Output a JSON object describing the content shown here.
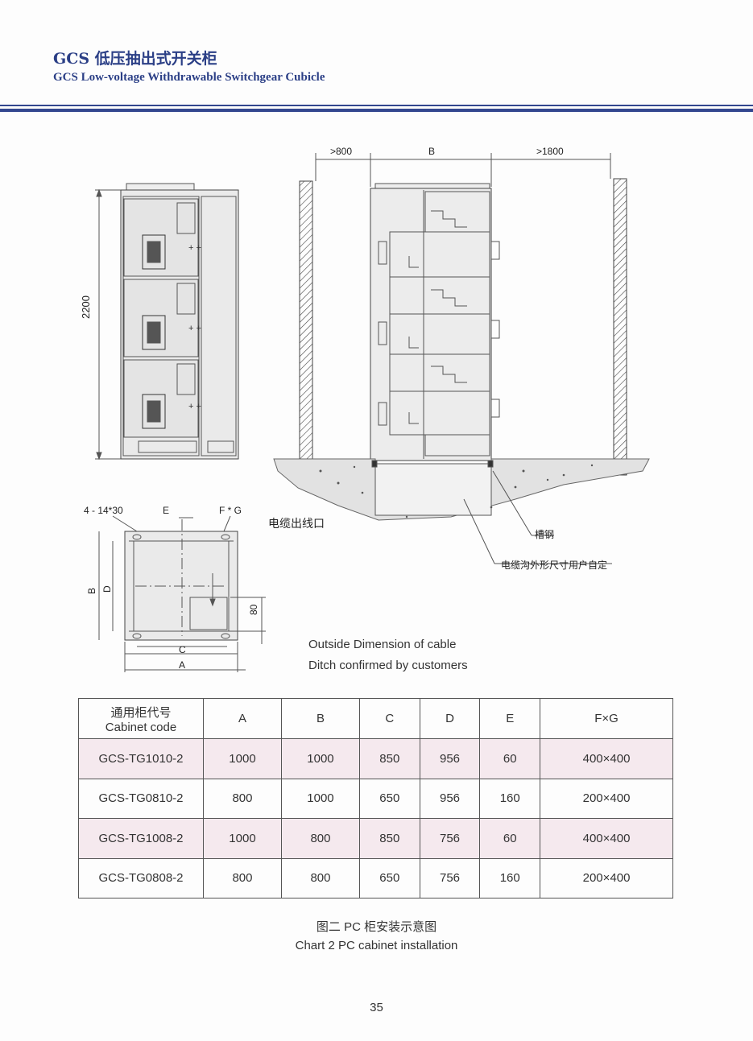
{
  "header": {
    "title_cn": "GCS 低压抽出式开关柜",
    "title_en": "GCS Low-voltage Withdrawable Switchgear Cubicle"
  },
  "drawing": {
    "height_dim": "2200",
    "dim_left_clearance": ">800",
    "dim_depth": "B",
    "dim_right_clearance": ">1800",
    "hole_spec": "4 - 14*30",
    "dim_e": "E",
    "dim_fg": "F * G",
    "dim_b": "B",
    "dim_d": "D",
    "dim_80": "80",
    "dim_c": "C",
    "dim_a": "A",
    "cable_outlet_cn": "电缆出线口",
    "channel_steel_cn": "槽钢",
    "ditch_note_cn": "电缆沟外形尺寸用户自定",
    "ditch_note_en_1": "Outside Dimension of cable",
    "ditch_note_en_2": "Ditch confirmed by customers"
  },
  "table": {
    "header_cn": "通用柜代号",
    "header_en": "Cabinet code",
    "columns": [
      "A",
      "B",
      "C",
      "D",
      "E",
      "F×G"
    ],
    "rows": [
      {
        "code": "GCS-TG1010-2",
        "values": [
          "1000",
          "1000",
          "850",
          "956",
          "60",
          "400×400"
        ]
      },
      {
        "code": "GCS-TG0810-2",
        "values": [
          "800",
          "1000",
          "650",
          "956",
          "160",
          "200×400"
        ]
      },
      {
        "code": "GCS-TG1008-2",
        "values": [
          "1000",
          "800",
          "850",
          "756",
          "60",
          "400×400"
        ]
      },
      {
        "code": "GCS-TG0808-2",
        "values": [
          "800",
          "800",
          "650",
          "756",
          "160",
          "200×400"
        ]
      }
    ]
  },
  "caption": {
    "cn": "图二 PC 柜安装示意图",
    "en": "Chart 2 PC cabinet installation"
  },
  "page_number": "35"
}
